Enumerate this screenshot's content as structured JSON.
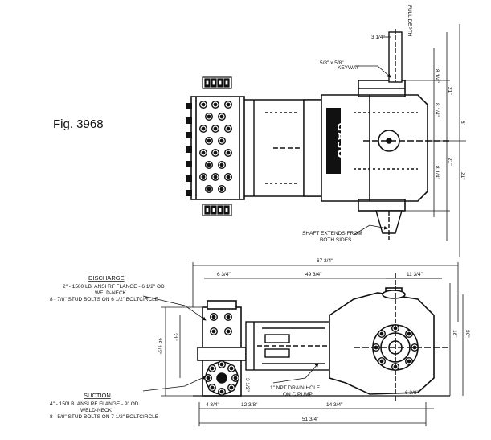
{
  "figure": {
    "label": "Fig. 3968"
  },
  "plan_view": {
    "logo": "GASO",
    "notes": {
      "keyway": "KEYWAY",
      "shaft": "SHAFT EXTENDS FROM",
      "shaft2": "BOTH SIDES",
      "full_depth": "FULL DEPTH"
    },
    "dims": {
      "top": "3 1/4\"",
      "keyway_size": "5/8\" x 5/8\"",
      "right_1": "8 1/4\"",
      "right_2": "21\"",
      "right_3": "8 1/4\"",
      "right_4": "8 1/4\"",
      "right_5": "21\"",
      "right_6": "8\"",
      "right_7": "21\""
    }
  },
  "elevation_view": {
    "discharge": {
      "title": "DISCHARGE",
      "line1": "2\" - 1500 LB. ANSI RF FLANGE - 6 1/2\" OD",
      "line2": "WELD-NECK",
      "line3": "8 - 7/8\" STUD BOLTS ON 6 1/2\" BOLTCIRCLE"
    },
    "suction": {
      "title": "SUCTION",
      "line1": "4\" - 150LB. ANSI RF FLANGE - 9\" OD",
      "line2": "WELD-NECK",
      "line3": "8 - 5/8\" STUD BOLTS ON 7 1/2\" BOLTCIRCLE"
    },
    "drain_note": {
      "line1": "1\" NPT DRAIN HOLE",
      "line2": "ON C PUMP"
    },
    "dims": {
      "overall": "67 3/4\"",
      "d_top2": "49 3/4\"",
      "d_top_left": "6 3/4\"",
      "d_top_right": "11 3/4\"",
      "bottom_total": "51 3/4\"",
      "bottom_left": "4 3/4\"",
      "bottom_mid": "12 3/8\"",
      "bottom_right": "14 3/4\"",
      "bottom_far": "6 3/8\"",
      "left_h": "25 1/2\"",
      "left_small": "21\"",
      "right_h1": "36\"",
      "right_h2": "18\"",
      "mid_small": "3 1/2\""
    }
  }
}
